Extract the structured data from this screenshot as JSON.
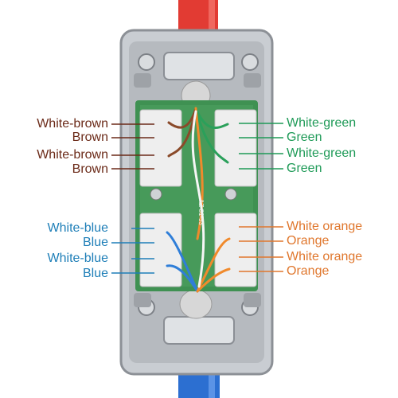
{
  "colors": {
    "brown_text": "#6b2a18",
    "green_text": "#1e9a57",
    "blue_text": "#1f7fb8",
    "orange_text": "#e0772d",
    "cable_top": "#e8372f",
    "cable_bottom": "#2b6fd1",
    "pcb": "#3f8f4f",
    "housing": "#b9bdc2"
  },
  "labels": {
    "left_top": [
      "White-brown",
      "Brown",
      "White-brown",
      "Brown"
    ],
    "right_top": [
      "White-green",
      "Green",
      "White-green",
      "Green"
    ],
    "left_bottom": [
      "White-blue",
      "Blue",
      "White-blue",
      "Blue"
    ],
    "right_bottom": [
      "White orange",
      "Orange",
      "White orange",
      "Orange"
    ]
  },
  "board_text": "AZ 81-53"
}
